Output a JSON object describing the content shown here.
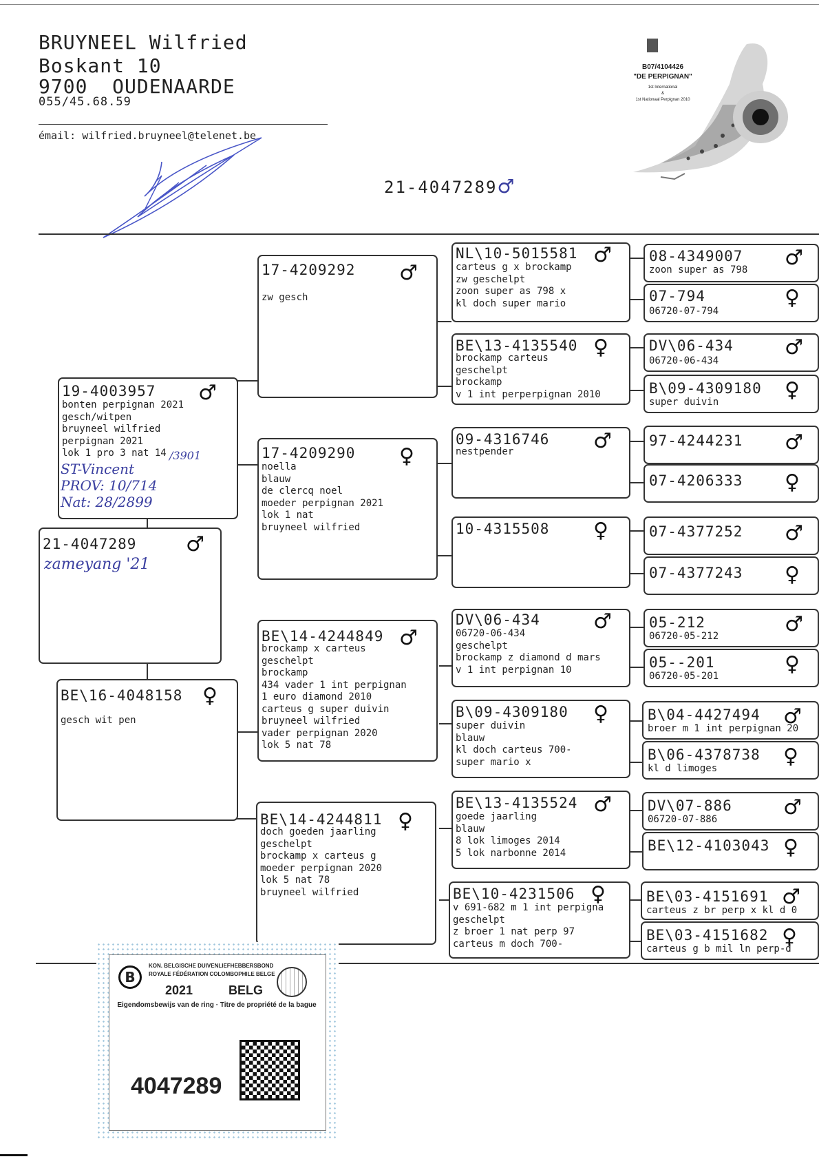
{
  "owner": {
    "name": "BRUYNEEL Wilfried",
    "street": "Boskant 10",
    "city": "9700  OUDENAARDE",
    "phone": "055/45.68.59",
    "email": "émail: wilfried.bruyneel@telenet.be"
  },
  "logo": {
    "ring": "B07/4104426",
    "name": "\"DE PERPIGNAN\"",
    "line1": "1st International",
    "line2": "&",
    "line3": "1st Nationaal Perpignan 2010"
  },
  "title_ring": "21-4047289",
  "symbols": {
    "male": "♂",
    "female": "♀"
  },
  "pedigree": {
    "subject": {
      "ring": "21-4047289",
      "sex": "♂",
      "note": "zameyang '21"
    },
    "sire": {
      "ring": "19-4003957",
      "sex": "♂",
      "info": "bonten perpignan 2021\ngesch/witpen\nbruyneel wilfried\nperpignan 2021\nlok 1 pro 3 nat 14",
      "hand_fraction": "3901",
      "hand1": "ST-Vincent",
      "hand2": "PROV: 10/714",
      "hand3": "Nat: 28/2899"
    },
    "dam": {
      "ring": "BE\\16-4048158",
      "sex": "♀",
      "info": "gesch wit pen"
    },
    "ss": {
      "ring": "17-4209292",
      "sex": "♂",
      "info": "zw gesch"
    },
    "sd": {
      "ring": "17-4209290",
      "sex": "♀",
      "info": "noella\nblauw\nde clercq noel\nmoeder perpignan 2021\nlok 1 nat\nbruyneel wilfried"
    },
    "ds": {
      "ring": "BE\\14-4244849",
      "sex": "♂",
      "info": "brockamp x carteus\ngeschelpt\nbrockamp\n434 vader 1 int perpignan\n1 euro diamond 2010\ncarteus g super duivin\nbruyneel wilfried\nvader perpignan 2020\nlok 5 nat 78"
    },
    "dd": {
      "ring": "BE\\14-4244811",
      "sex": "♀",
      "info": "doch goeden jaarling\ngeschelpt\nbrockamp x carteus g\nmoeder perpignan 2020\nlok 5 nat 78\nbruyneel wilfried"
    },
    "g3": [
      {
        "ring": "NL\\10-5015581",
        "sex": "♂",
        "info": "carteus g x brockamp\nzw geschelpt\nzoon super as 798 x\nkl doch super mario"
      },
      {
        "ring": "BE\\13-4135540",
        "sex": "♀",
        "info": "brockamp carteus\ngeschelpt\nbrockamp\nv 1 int perperpignan 2010"
      },
      {
        "ring": "09-4316746",
        "sex": "♂",
        "info": "nestpender"
      },
      {
        "ring": "10-4315508",
        "sex": "♀",
        "info": ""
      },
      {
        "ring": "DV\\06-434",
        "sex": "♂",
        "info": "06720-06-434\ngeschelpt\nbrockamp z diamond d mars\nv 1 int perpignan 10"
      },
      {
        "ring": "B\\09-4309180",
        "sex": "♀",
        "info": "super duivin\nblauw\nkl doch carteus 700-\nsuper mario x"
      },
      {
        "ring": "BE\\13-4135524",
        "sex": "♂",
        "info": "goede jaarling\nblauw\n8 lok limoges 2014\n5 lok narbonne 2014"
      },
      {
        "ring": "BE\\10-4231506",
        "sex": "♀",
        "info": "v 691-682 m 1 int perpigna\ngeschelpt\nz broer 1 nat perp 97\ncarteus m doch 700-"
      }
    ],
    "g4": [
      {
        "ring": "08-4349007",
        "sex": "♂",
        "info": "zoon super as 798"
      },
      {
        "ring": "07-794",
        "sex": "♀",
        "info": "06720-07-794"
      },
      {
        "ring": "DV\\06-434",
        "sex": "♂",
        "info": "06720-06-434"
      },
      {
        "ring": "B\\09-4309180",
        "sex": "♀",
        "info": "super duivin"
      },
      {
        "ring": "97-4244231",
        "sex": "♂",
        "info": ""
      },
      {
        "ring": "07-4206333",
        "sex": "♀",
        "info": ""
      },
      {
        "ring": "07-4377252",
        "sex": "♂",
        "info": ""
      },
      {
        "ring": "07-4377243",
        "sex": "♀",
        "info": ""
      },
      {
        "ring": "05-212",
        "sex": "♂",
        "info": "06720-05-212"
      },
      {
        "ring": "05--201",
        "sex": "♀",
        "info": "06720-05-201"
      },
      {
        "ring": "B\\04-4427494",
        "sex": "♂",
        "info": "broer m 1 int perpignan 20"
      },
      {
        "ring": "B\\06-4378738",
        "sex": "♀",
        "info": "kl d limoges"
      },
      {
        "ring": "DV\\07-886",
        "sex": "♂",
        "info": "06720-07-886"
      },
      {
        "ring": "BE\\12-4103043",
        "sex": "♀",
        "info": ""
      },
      {
        "ring": "BE\\03-4151691",
        "sex": "♂",
        "info": "carteus z br perp x kl d 0"
      },
      {
        "ring": "BE\\03-4151682",
        "sex": "♀",
        "info": "carteus g b mil ln perp-d"
      }
    ]
  },
  "certificate": {
    "org1": "KON. BELGISCHE DUIVENLIEFHEBBERSBOND",
    "org2": "ROYALE FÉDÉRATION COLOMBOPHILE BELGE",
    "year": "2021",
    "country": "BELG",
    "caption": "Eigendomsbewijs van de ring · Titre de propriété de la bague",
    "number": "4047289"
  }
}
